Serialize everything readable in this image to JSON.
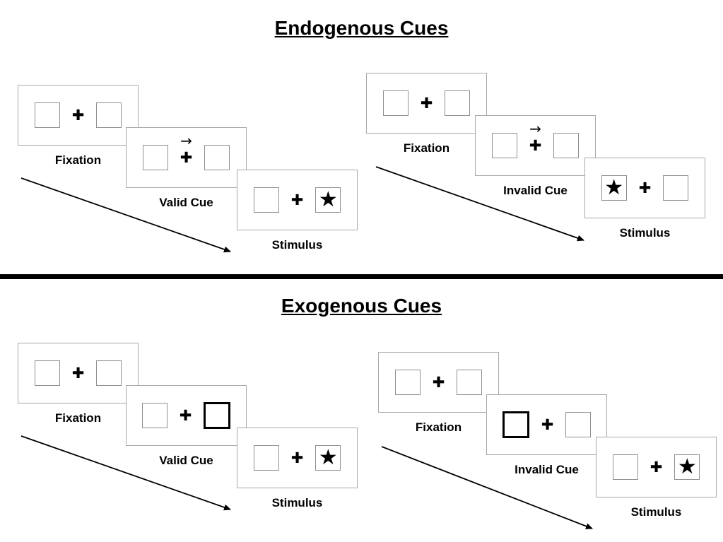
{
  "endogenous": {
    "title": "Endogenous Cues",
    "valid": {
      "fixation_label": "Fixation",
      "cue_label": "Valid Cue",
      "stimulus_label": "Stimulus"
    },
    "invalid": {
      "fixation_label": "Fixation",
      "cue_label": "Invalid Cue",
      "stimulus_label": "Stimulus"
    }
  },
  "exogenous": {
    "title": "Exogenous Cues",
    "valid": {
      "fixation_label": "Fixation",
      "cue_label": "Valid Cue",
      "stimulus_label": "Stimulus"
    },
    "invalid": {
      "fixation_label": "Fixation",
      "cue_label": "Invalid Cue",
      "stimulus_label": "Stimulus"
    }
  },
  "glyphs": {
    "plus": "✚",
    "star": "★",
    "cue_arrow": "→"
  },
  "colors": {
    "ink": "#000000",
    "panel_border": "#a8a8a8",
    "box_border": "#8f8f8f"
  }
}
